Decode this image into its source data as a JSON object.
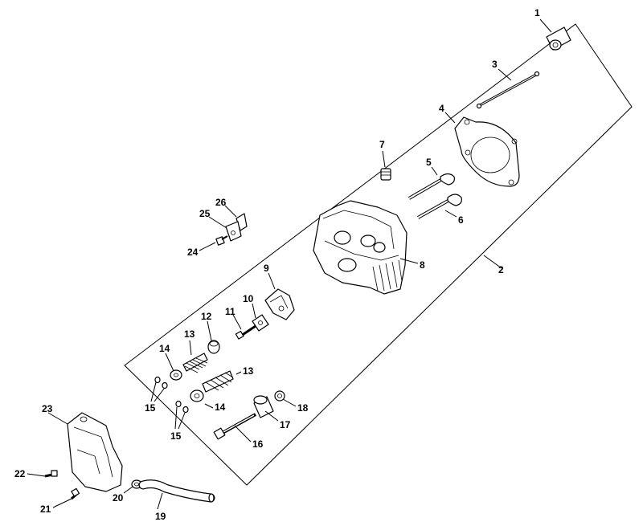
{
  "diagram": {
    "callouts": [
      "1",
      "2",
      "3",
      "4",
      "5",
      "6",
      "7",
      "8",
      "9",
      "10",
      "11",
      "12",
      "13",
      "13",
      "14",
      "14",
      "15",
      "15",
      "16",
      "17",
      "18",
      "19",
      "20",
      "21",
      "22",
      "23",
      "24",
      "25",
      "26"
    ]
  }
}
